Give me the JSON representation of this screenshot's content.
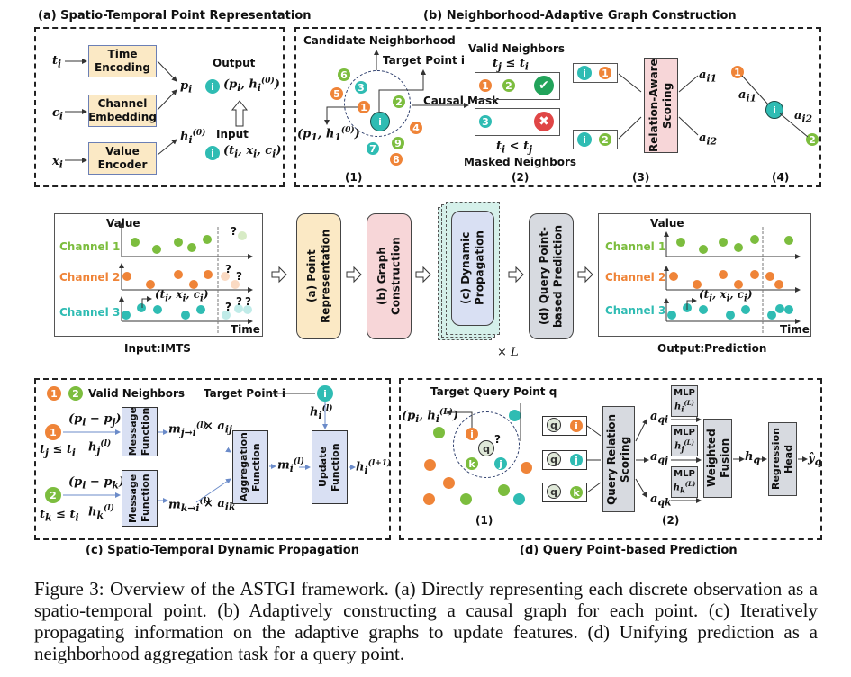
{
  "panels": {
    "a": {
      "title": "(a) Spatio-Temporal Point Representation",
      "inputs": [
        "t_i",
        "c_i",
        "x_i"
      ],
      "boxes": [
        "Time Encoding",
        "Channel Embedding",
        "Value Encoder"
      ],
      "p_label": "p_i",
      "h_label": "h_i^(0)",
      "output_label": "Output",
      "output_expr": "(p_i, h_i^(0))",
      "input_label": "Input",
      "input_expr": "(t_i, x_i, c_i)",
      "node": "i"
    },
    "b": {
      "title": "(b) Neighborhood-Adaptive Graph Construction",
      "candidate_label": "Candidate Neighborhood",
      "target_label": "Target Point i",
      "causal_mask_label": "Causal Mask",
      "p1_expr": "(p_1, h_1^(0))",
      "nodes": [
        "i",
        "1",
        "2",
        "3",
        "4",
        "5",
        "6",
        "7",
        "8",
        "9"
      ],
      "valid_label": "Valid Neighbors",
      "valid_cond": "t_j ≤ t_i",
      "masked_label": "Masked Neighbors",
      "masked_cond": "t_i < t_j",
      "scoring_label": "Relation-Aware Scoring",
      "a_i1": "a_i1",
      "a_i2": "a_i2",
      "step_labels": [
        "(1)",
        "(2)",
        "(3)",
        "(4)"
      ]
    },
    "c": {
      "title": "(c) Spatio-Temporal Dynamic Propagation",
      "valid_label": "Valid Neighbors",
      "target_label": "Target Point i",
      "msg_label": "Message Function",
      "agg_label": "Aggregation Function",
      "update_label": "Update Function",
      "diff_j": "(p_i − p_j)",
      "diff_k": "(p_i − p_k)",
      "cond_j": "t_j ≤ t_i",
      "cond_k": "t_k ≤ t_i",
      "h_j": "h_j^(l)",
      "h_k": "h_k^(l)",
      "m_ji": "m_j→i^(l)",
      "m_ki": "m_k→i^(l)",
      "x_aij": "× a_ij",
      "x_aik": "× a_ik",
      "m_i": "m_i^(l)",
      "h_i": "h_i^(l)",
      "h_next": "h_i^(l+1)"
    },
    "d": {
      "title": "(d) Query Point-based Prediction",
      "target_label": "Target Query Point q",
      "pi_expr": "(p_i, h_i^(L))",
      "scoring_label": "Query Relation Scoring",
      "mlp_label": "MLP",
      "mlp_h": [
        "h_i^(L)",
        "h_j^(L)",
        "h_k^(L)"
      ],
      "a_labels": [
        "a_qi",
        "a_qj",
        "a_qk"
      ],
      "fusion_label": "Weighted Fusion",
      "h_q": "h_q",
      "regression_label": "Regression Head",
      "y_q": "ŷ_q",
      "step_labels": [
        "(1)",
        "(2)"
      ]
    }
  },
  "pipeline": {
    "input_caption": "Input:IMTS",
    "output_caption": "Output:Prediction",
    "value_label": "Value",
    "time_label": "Time",
    "channels": [
      "Channel 1",
      "Channel 2",
      "Channel 3"
    ],
    "point_expr": "(t_i, x_i, c_i)",
    "stages": [
      "(a) Point Representation",
      "(b) Graph Construction",
      "(c) Dynamic Propagation",
      "(d) Query Point-based Prediction"
    ],
    "repeat_label": "× L",
    "unknown_mark": "?"
  },
  "caption": "Figure 3: Overview of the ASTGI framework. (a) Directly representing each discrete observation as a spatio-temporal point. (b) Adaptively constructing a causal graph for each point. (c) Iteratively propagating information on the adaptive graphs to update features. (d) Unifying prediction as a neighborhood aggregation task for a query point.",
  "colors": {
    "orange": "#ef8438",
    "green": "#7cbd3e",
    "teal": "#2fbcb3",
    "yellow_box": "#fbe9c5",
    "pink_box": "#f7d6d8",
    "blue_box": "#d9e0f3",
    "gray_box": "#d7dae0"
  }
}
